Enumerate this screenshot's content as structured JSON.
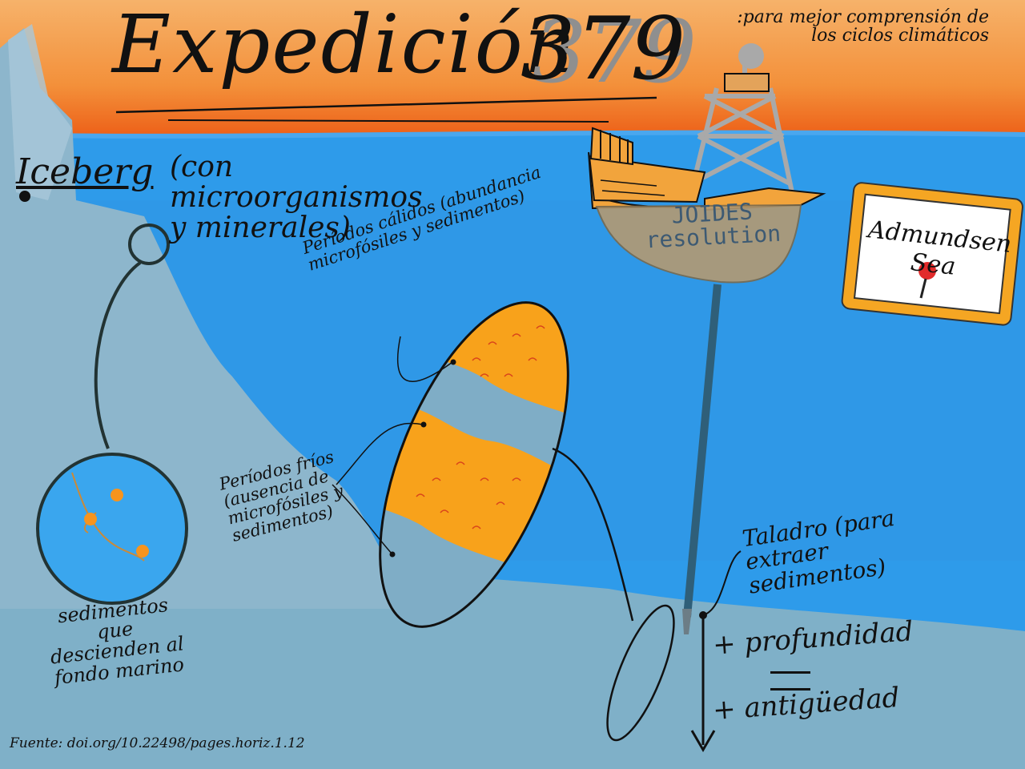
{
  "title": {
    "main": "Expedición",
    "number": "379"
  },
  "subtitle": ":para mejor comprensión de los ciclos climáticos",
  "iceberg": {
    "label": "Iceberg",
    "note": "(con microorganismos y minerales)"
  },
  "sediments": {
    "label": "sedimentos que descienden al fondo marino"
  },
  "core": {
    "warm_label": "Períodos cálidos (abundancia microfósiles y sedimentos)",
    "cold_label": "Períodos fríos (ausencia de microfósiles y sedimentos)"
  },
  "ship": {
    "label": "JOIDES resolution"
  },
  "map": {
    "label": "Admundsen Sea"
  },
  "drill": {
    "label": "Taladro (para extraer sedimentos)"
  },
  "depth": {
    "depth_label": "+ profundidad",
    "age_label": "+ antigüedad"
  },
  "source": "Fuente: doi.org/10.22498/pages.horiz.1.12",
  "colors": {
    "sky_top": "#f7a64f",
    "sky_bottom": "#f06a1e",
    "ocean": "#2e9bea",
    "seafloor": "#7fb0c8",
    "iceberg": "#8db6cc",
    "warm_layer": "#f8a21b",
    "cold_layer": "#7fadc6",
    "ship_hull": "#f2a43c",
    "map_frame": "#f5a623",
    "pin": "#e22b2b"
  }
}
